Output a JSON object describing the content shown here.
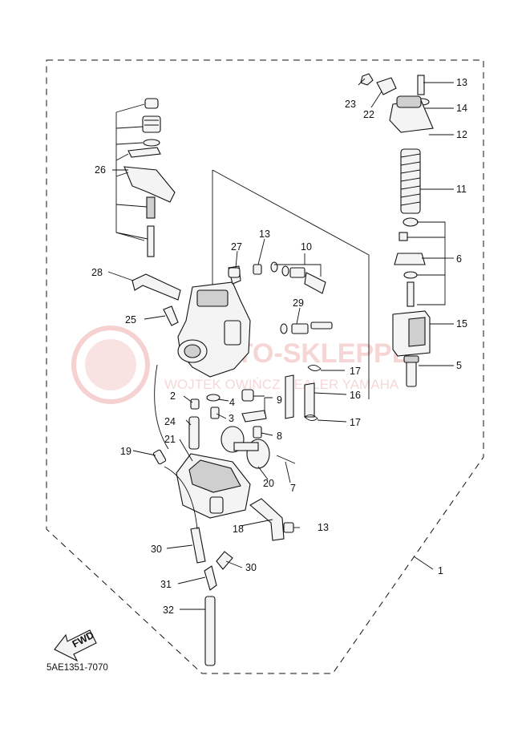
{
  "diagram": {
    "code": "5AE1351-7070",
    "fwd_label": "FWD",
    "watermark": {
      "title": "MOTO-SKLEPPL",
      "subtitle": "WOJTEK OWIŃCZ DEALER YAMAHA"
    },
    "callouts": [
      "1",
      "2",
      "3",
      "4",
      "5",
      "6",
      "7",
      "8",
      "9",
      "10",
      "11",
      "12",
      "13",
      "13",
      "13",
      "14",
      "15",
      "16",
      "17",
      "17",
      "18",
      "19",
      "20",
      "21",
      "22",
      "23",
      "24",
      "25",
      "26",
      "27",
      "28",
      "29",
      "30",
      "30",
      "31",
      "32"
    ]
  }
}
